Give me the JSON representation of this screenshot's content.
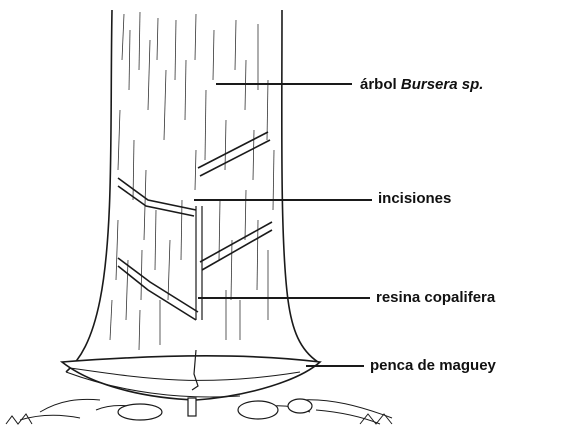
{
  "labels": {
    "tree": {
      "text": "árbol",
      "species": "Bursera sp."
    },
    "incisions": "incisiones",
    "resin": "resina copalifera",
    "leaf": "penca de maguey"
  },
  "colors": {
    "ink": "#1a1a1a",
    "background": "#ffffff"
  }
}
